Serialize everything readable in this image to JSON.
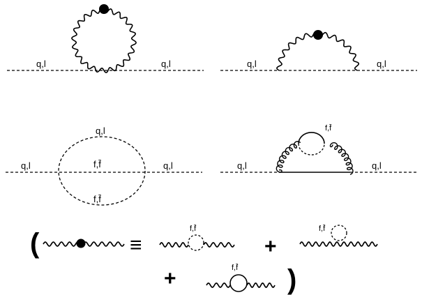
{
  "diagrams": {
    "d1": {
      "left_label": "q,l",
      "right_label": "q,l"
    },
    "d2": {
      "left_label": "q,l",
      "right_label": "q,l"
    },
    "d3": {
      "left_label": "q,l",
      "right_label": "q,l",
      "top_label": "q,l",
      "middle_label": "f,f̄",
      "bottom_label": "f,f̄"
    },
    "d4": {
      "left_label": "q,l",
      "right_label": "q,l",
      "loop_label": "f,f̄"
    }
  },
  "legend": {
    "open_paren": "(",
    "equiv": "≡",
    "plus1": "+",
    "plus2": "+",
    "close_paren": ")",
    "term1_label": "f,f̄",
    "term2_label": "f,f̄",
    "term3_label": "f,f̄"
  }
}
